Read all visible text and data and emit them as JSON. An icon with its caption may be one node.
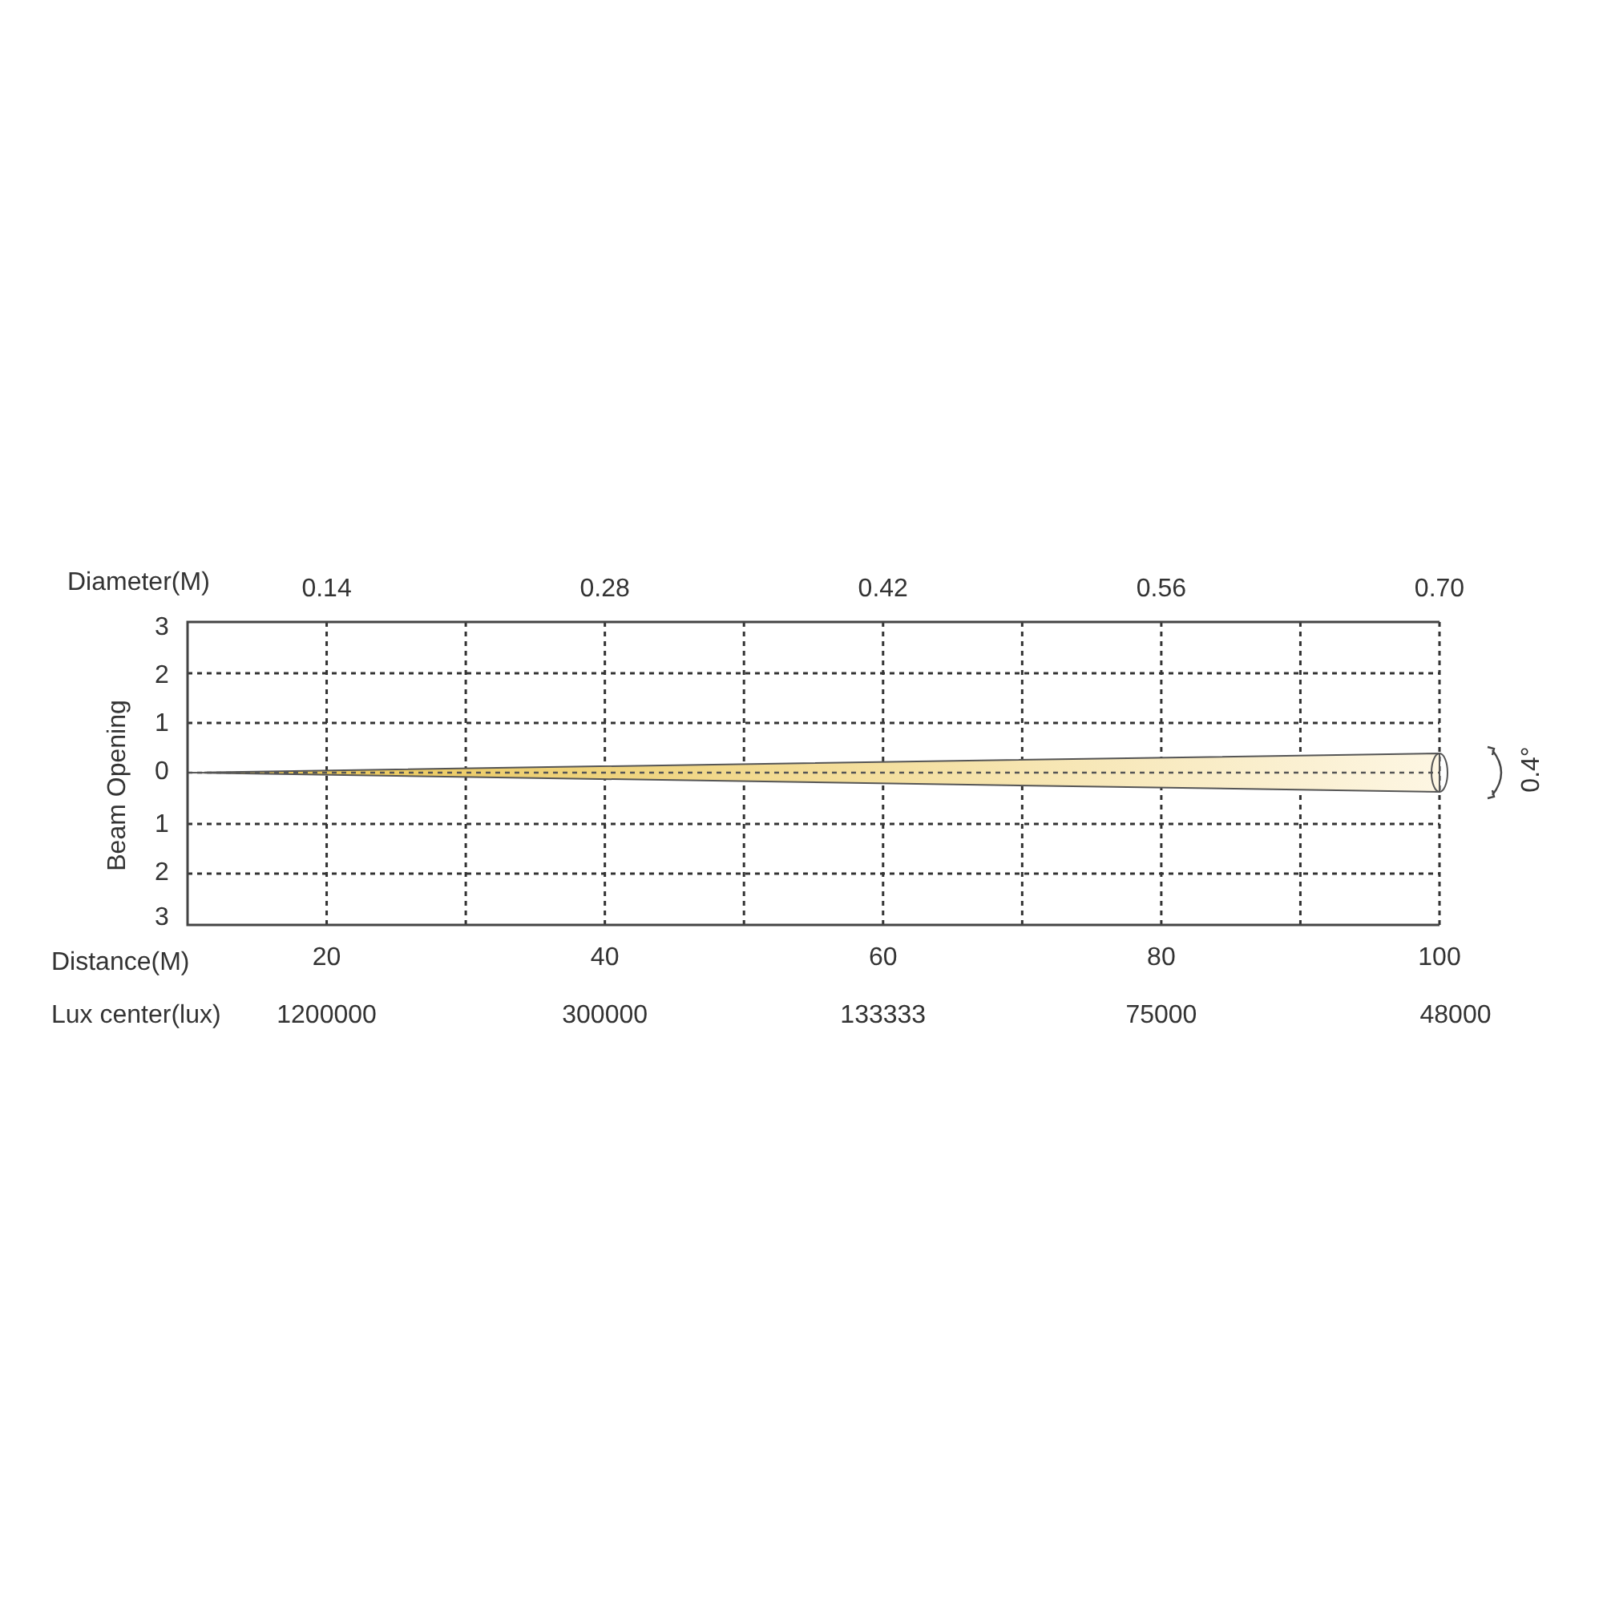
{
  "diagram": {
    "labels": [
      "Diameter(M)",
      "0.14",
      "0.28",
      "0.42",
      "0.56",
      "0.70",
      "3",
      "2",
      "1",
      "0",
      "1",
      "2",
      "3",
      "Beam Opening",
      "0.4°",
      "Distance(M)",
      "20",
      "40",
      "60",
      "80",
      "100",
      "Lux center(lux)",
      "1200000",
      "300000",
      "133333",
      "75000",
      "48000"
    ]
  }
}
